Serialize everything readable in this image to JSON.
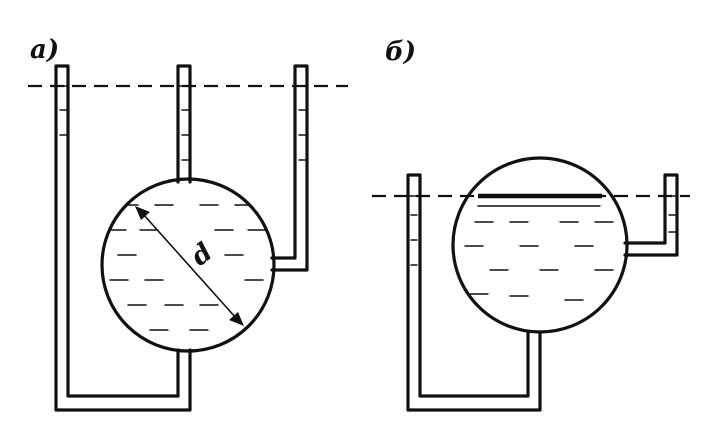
{
  "labels": {
    "panel_a": "a)",
    "panel_b": "б)",
    "diameter": "d"
  }
}
